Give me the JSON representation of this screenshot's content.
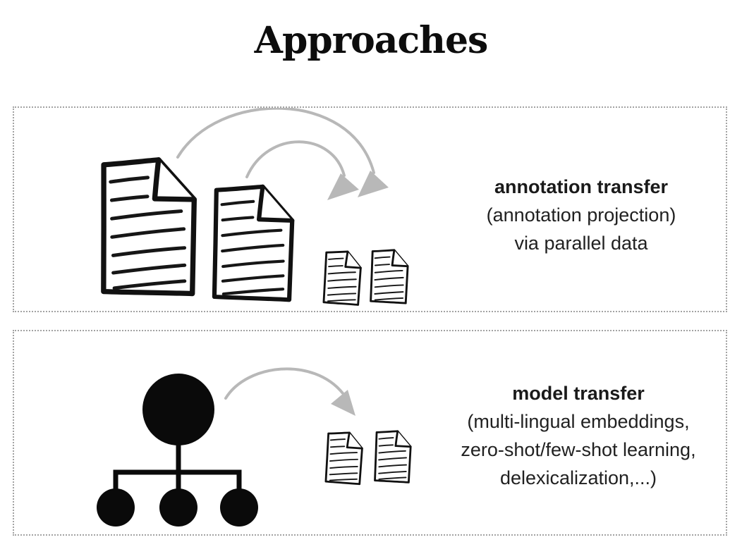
{
  "title": "Approaches",
  "colors": {
    "background": "#ffffff",
    "ink": "#111111",
    "body_text": "#212121",
    "arrow_gray": "#b8b8b8",
    "panel_border_gray": "#a3a3a3"
  },
  "panels": [
    {
      "id": "annotation-transfer",
      "heading": "annotation transfer",
      "lines": [
        "(annotation projection)",
        "via parallel data"
      ],
      "icons": [
        "large-document-icon",
        "large-document-icon",
        "curved-arrow-icon",
        "curved-arrow-icon",
        "small-document-icon",
        "small-document-icon"
      ]
    },
    {
      "id": "model-transfer",
      "heading": "model transfer",
      "lines": [
        "(multi-lingual embeddings,",
        "zero-shot/few-shot learning,",
        "delexicalization,...)"
      ],
      "icons": [
        "tree-diagram-icon",
        "curved-arrow-icon",
        "small-document-icon",
        "small-document-icon"
      ]
    }
  ]
}
